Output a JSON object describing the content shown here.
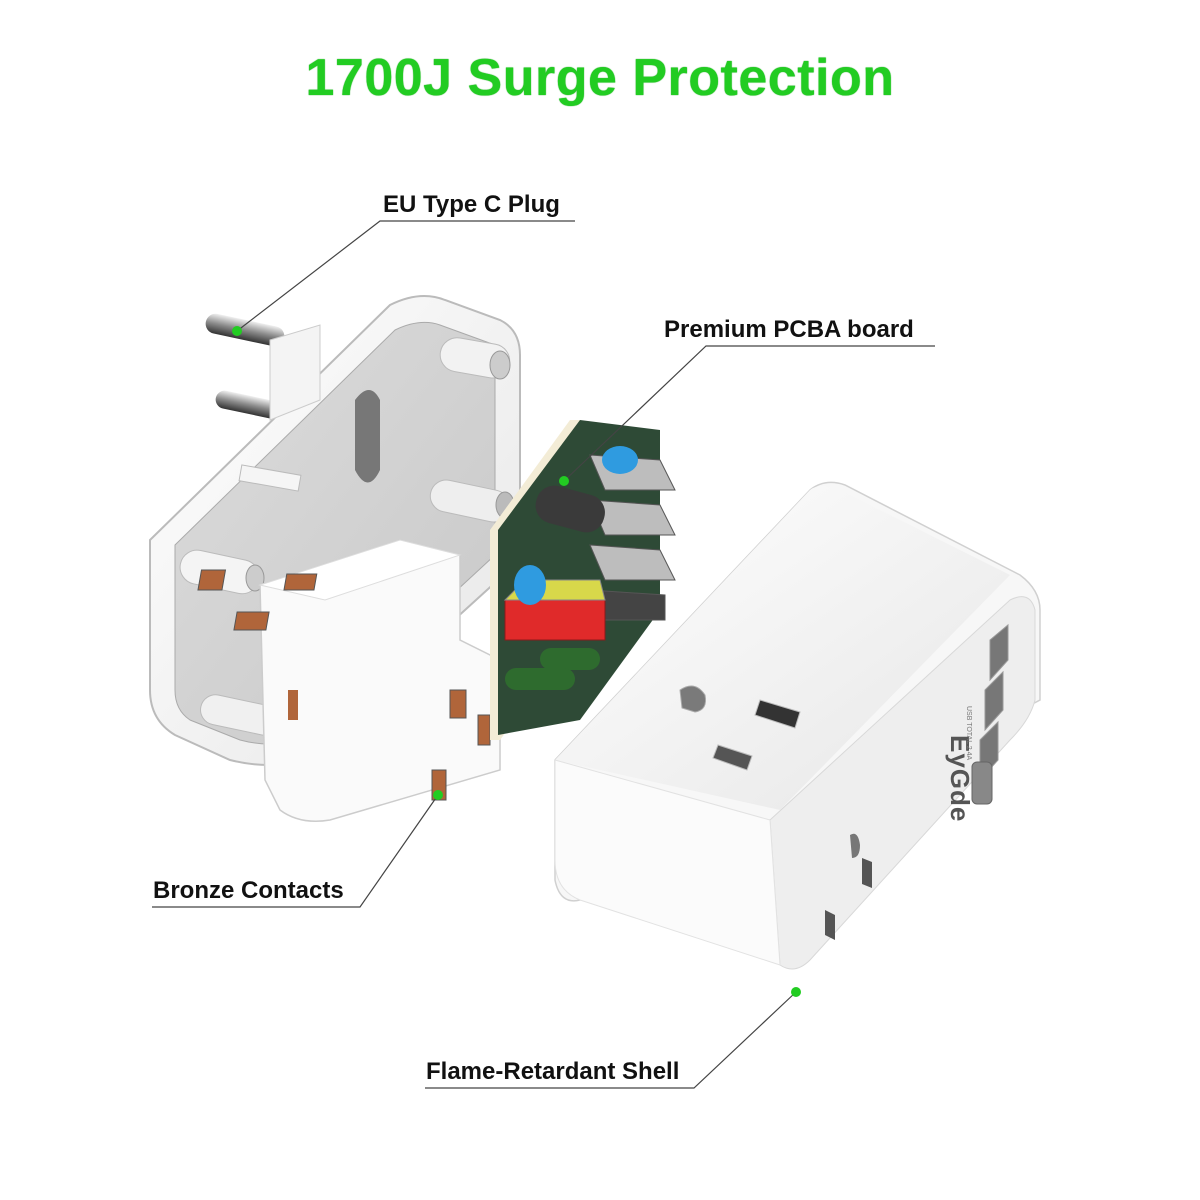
{
  "title": "1700J Surge Protection",
  "colors": {
    "title_green": "#22cc22",
    "callout_dot": "#22cc22",
    "leader_line": "#444444",
    "shell_white": "#f4f4f4",
    "contact_bronze": "#b0653a",
    "pcb_green": "#2e4a36",
    "capacitor_blue": "#2f9be0",
    "transformer_red": "#e02a2a",
    "transformer_yellow": "#d8d84a"
  },
  "callouts": [
    {
      "id": "eu-plug",
      "label": "EU Type C Plug"
    },
    {
      "id": "pcba",
      "label": "Premium PCBA board"
    },
    {
      "id": "bronze",
      "label": "Bronze Contacts"
    },
    {
      "id": "shell",
      "label": "Flame-Retardant Shell"
    }
  ],
  "product": {
    "brand": "EyGde",
    "usb_rating": "USB TOTAL 2.4A",
    "usb_a_ports": 3,
    "usb_c_ports": 1,
    "us_outlets": 2
  }
}
